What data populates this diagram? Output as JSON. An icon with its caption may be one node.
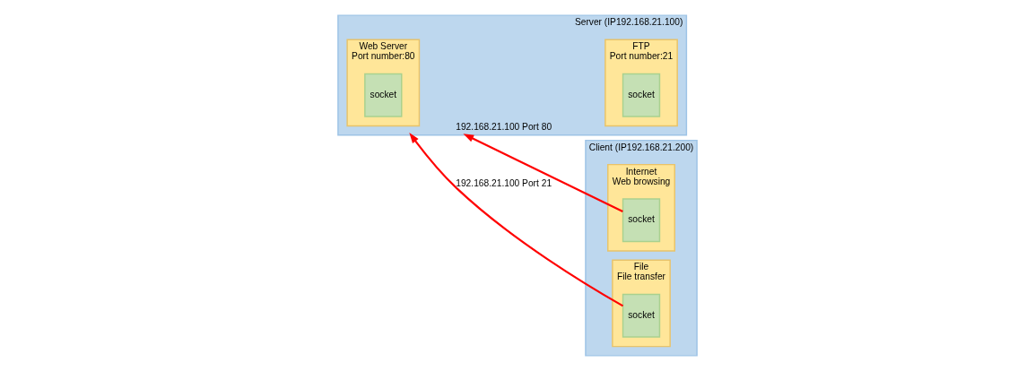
{
  "diagram": {
    "nodes": [
      {
        "text": [
          "Server (IP192.168.21.100)"
        ]
      },
      {
        "text": [
          "Web Server",
          "Port number:80"
        ],
        "in": 0
      },
      {
        "text": [
          "socket"
        ],
        "in": 1
      },
      {
        "text": [
          "FTP",
          "Port number:21"
        ],
        "in": 0
      },
      {
        "text": [
          "socket"
        ],
        "in": 3
      },
      {
        "text": [
          "Client (IP192.168.21.200)"
        ]
      },
      {
        "text": [
          "Internet",
          "Web browsing"
        ],
        "in": 5
      },
      {
        "text": [
          "socket"
        ],
        "in": 6
      },
      {
        "text": [
          "File",
          "File transfer"
        ],
        "in": 5
      },
      {
        "text": [
          "socket"
        ],
        "in": 8
      }
    ],
    "edges": [
      {
        "from": 7,
        "to": 0,
        "arrow": "to",
        "label": "192.168.21.100 Port 80",
        "color": "#ff0000"
      },
      {
        "from": 9,
        "to": 0,
        "arrow": "to",
        "label": "192.168.21.100 Port 21",
        "color": "#ff0000"
      }
    ]
  }
}
